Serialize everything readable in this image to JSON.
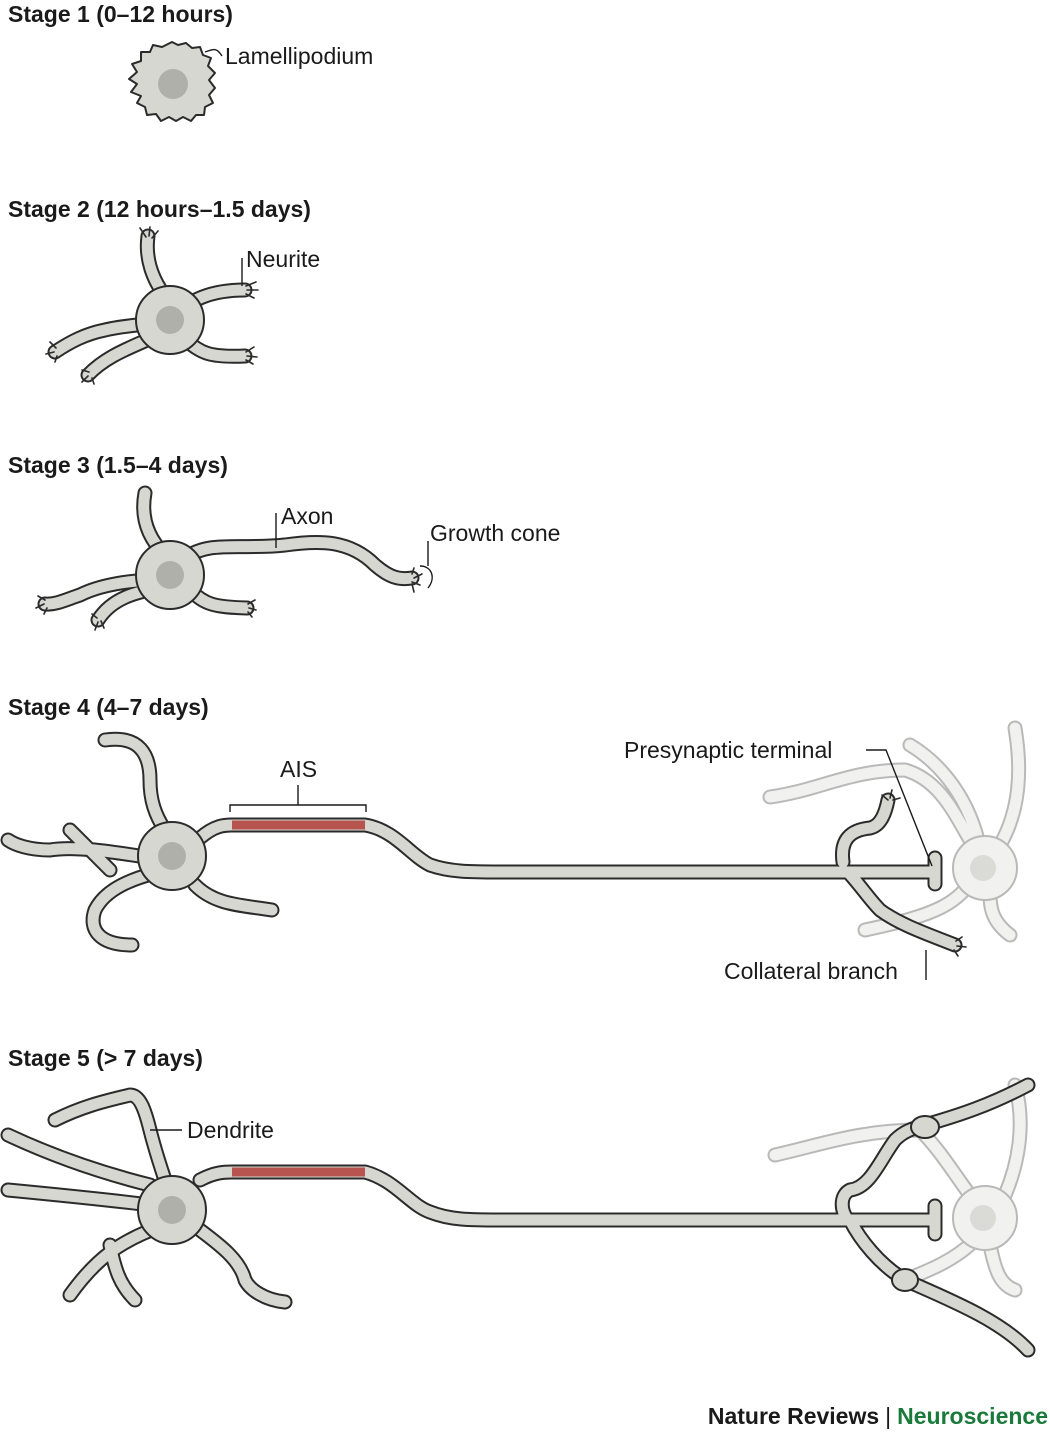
{
  "stages": [
    {
      "title": "Stage 1 (0–12 hours)",
      "labels": {
        "lamellipodium": "Lamellipodium"
      }
    },
    {
      "title": "Stage 2 (12 hours–1.5 days)",
      "labels": {
        "neurite": "Neurite"
      }
    },
    {
      "title": "Stage 3 (1.5–4 days)",
      "labels": {
        "axon": "Axon",
        "growth_cone": "Growth cone"
      }
    },
    {
      "title": "Stage 4 (4–7 days)",
      "labels": {
        "ais": "AIS",
        "presynaptic_terminal": "Presynaptic terminal",
        "collateral_branch": "Collateral branch"
      }
    },
    {
      "title": "Stage 5 (> 7 days)",
      "labels": {
        "dendrite": "Dendrite"
      }
    }
  ],
  "footer": {
    "journal": "Nature Reviews",
    "separator": "|",
    "section": "Neuroscience"
  },
  "colors": {
    "cell_fill": "#d7d7d2",
    "nucleus": "#b0b0aa",
    "outline": "#2b2b2b",
    "ais": "#b85450",
    "faint_cell": "#f1f1ef",
    "brand_green": "#1a7a3a"
  }
}
